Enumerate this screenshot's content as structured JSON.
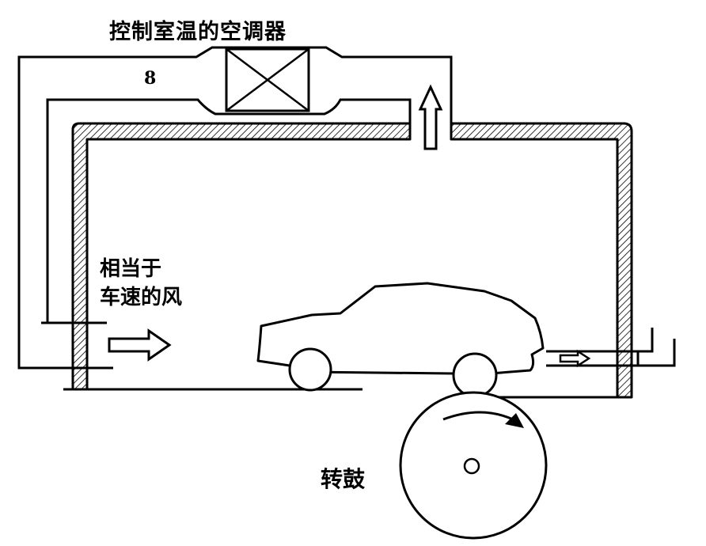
{
  "labels": {
    "air_conditioner": "控制室温的空调器",
    "number": "8",
    "wind_line1": "相当于",
    "wind_line2": "车速的风",
    "drum": "转鼓"
  },
  "colors": {
    "stroke": "#000000",
    "background": "#ffffff"
  }
}
